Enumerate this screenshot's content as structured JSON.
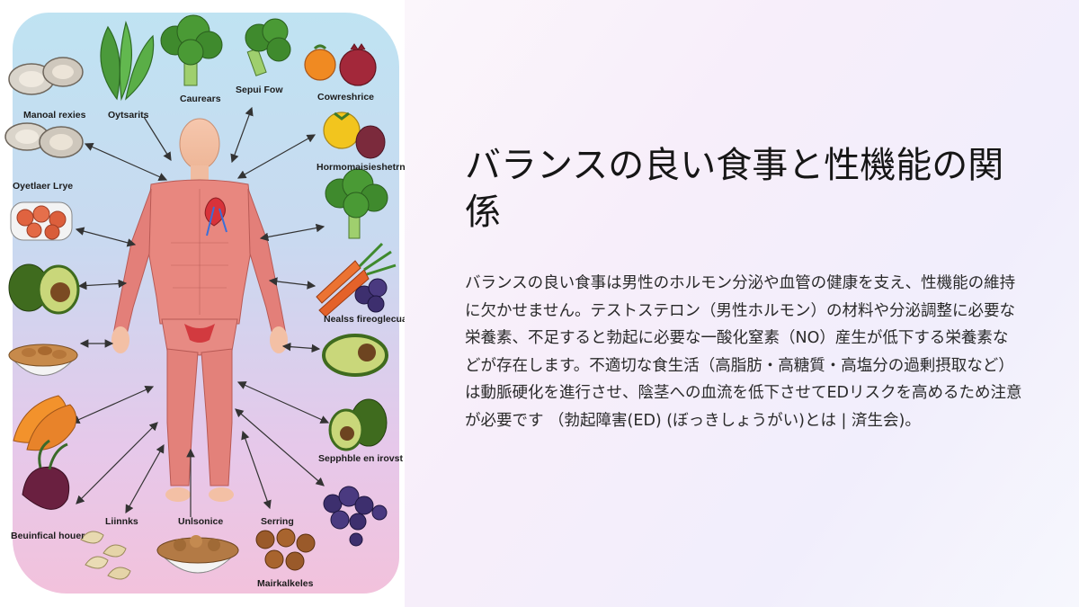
{
  "slide": {
    "title": "バランスの良い食事と性機能の関係",
    "body": "バランスの良い食事は男性のホルモン分泌や血管の健康を支え、性機能の維持に欠かせません。テストステロン（男性ホルモン）の材料や分泌調整に必要な栄養素、不足すると勃起に必要な一酸化窒素（NO）産生が低下する栄養素などが存在します。不適切な食生活（高脂肪・高糖質・高塩分の過剰摂取など）は動脈硬化を進行させ、陰茎への血流を低下させてEDリスクを高めるため注意が必要です （勃起障害(ED) (ぼっきしょうがい)とは | 済生会)。"
  },
  "illustration": {
    "labels": {
      "oysters": "Oytsarits",
      "cauliflower": "Caurears",
      "broccoli_top": "Sepui Fow",
      "fruit_top": "Cowreshrice",
      "manual": "Manoal rexies",
      "hormone": "Hormomaisieshetrny",
      "oyster_left": "Oyetlaer Lrye",
      "carrot_right": "Nealss fireoglecual",
      "avocado_right": "Sepphble en irovst",
      "beet_left": "Beuinfical houer",
      "lentils": "Liinnks",
      "nuts_bowl": "Unlsonice",
      "seeds": "Serring",
      "walnuts": "Mairkalkeles"
    }
  }
}
